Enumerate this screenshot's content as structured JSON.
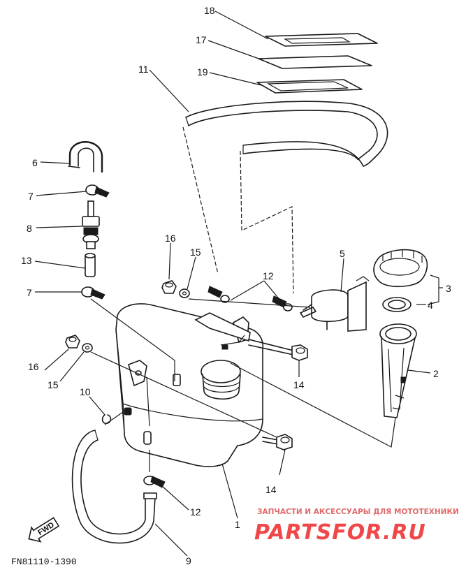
{
  "callouts": {
    "c1": "1",
    "c2": "2",
    "c3": "3",
    "c4": "4",
    "c5": "5",
    "c6": "6",
    "c7a": "7",
    "c7b": "7",
    "c8": "8",
    "c9": "9",
    "c10": "10",
    "c11": "11",
    "c12a": "12",
    "c12b": "12",
    "c13": "13",
    "c14a": "14",
    "c14b": "14",
    "c15a": "15",
    "c15b": "15",
    "c16a": "16",
    "c16b": "16",
    "c17": "17",
    "c18": "18",
    "c19": "19"
  },
  "diagram_code": "FN81110-1390",
  "direction_label": "FWD",
  "watermark": {
    "tagline": "ЗАПЧАСТИ И АКСЕССУАРЫ ДЛЯ МОТОТЕХНИКИ",
    "brand": "PARTSFOR.RU"
  },
  "colors": {
    "ink": "#1a1a1a",
    "watermark": "#f04848"
  }
}
